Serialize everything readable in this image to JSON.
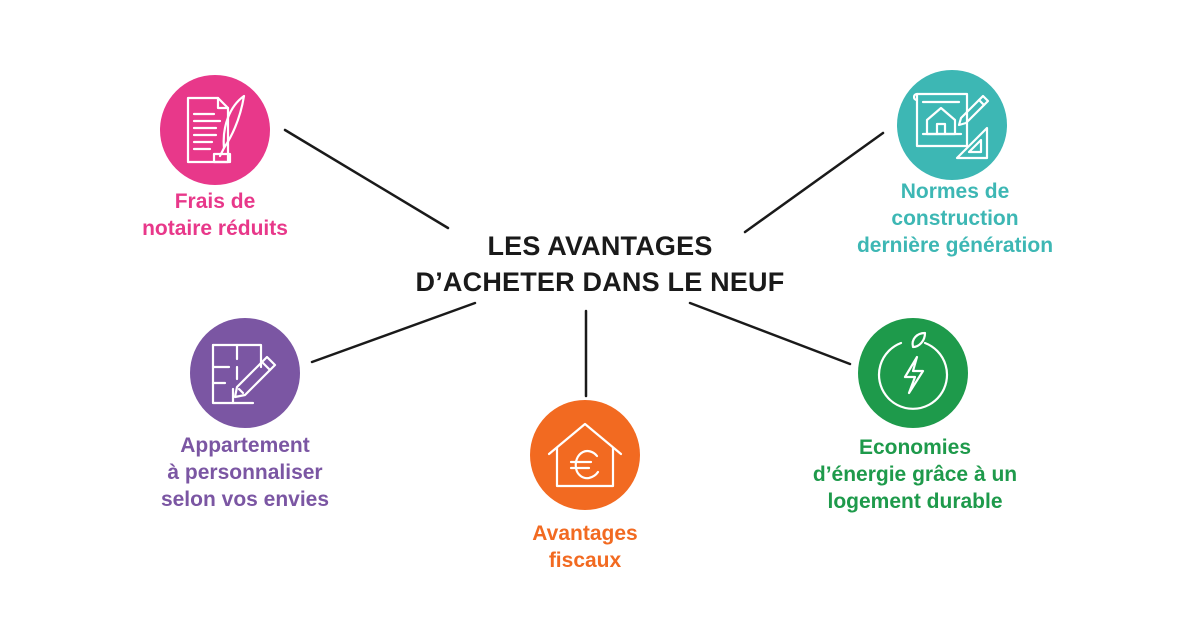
{
  "center": {
    "line1": "LES AVANTAGES",
    "line2": "D’ACHETER DANS LE NEUF"
  },
  "nodes": {
    "notaire": {
      "icon": "document-quill-icon",
      "color": "#e8388a",
      "lines": [
        "Frais de",
        "notaire réduits"
      ]
    },
    "normes": {
      "icon": "blueprint-house-icon",
      "color": "#3db7b4",
      "lines": [
        "Normes de",
        "construction",
        "dernière génération"
      ]
    },
    "appartement": {
      "icon": "floorplan-pencil-icon",
      "color": "#7b56a3",
      "lines": [
        "Appartement",
        "à personnaliser",
        "selon vos envies"
      ]
    },
    "fiscaux": {
      "icon": "house-euro-icon",
      "color": "#f26a21",
      "lines": [
        "Avantages",
        "fiscaux"
      ]
    },
    "energie": {
      "icon": "leaf-lightning-icon",
      "color": "#1e9a4b",
      "lines": [
        "Economies",
        "d’énergie grâce à un",
        "logement durable"
      ]
    }
  }
}
